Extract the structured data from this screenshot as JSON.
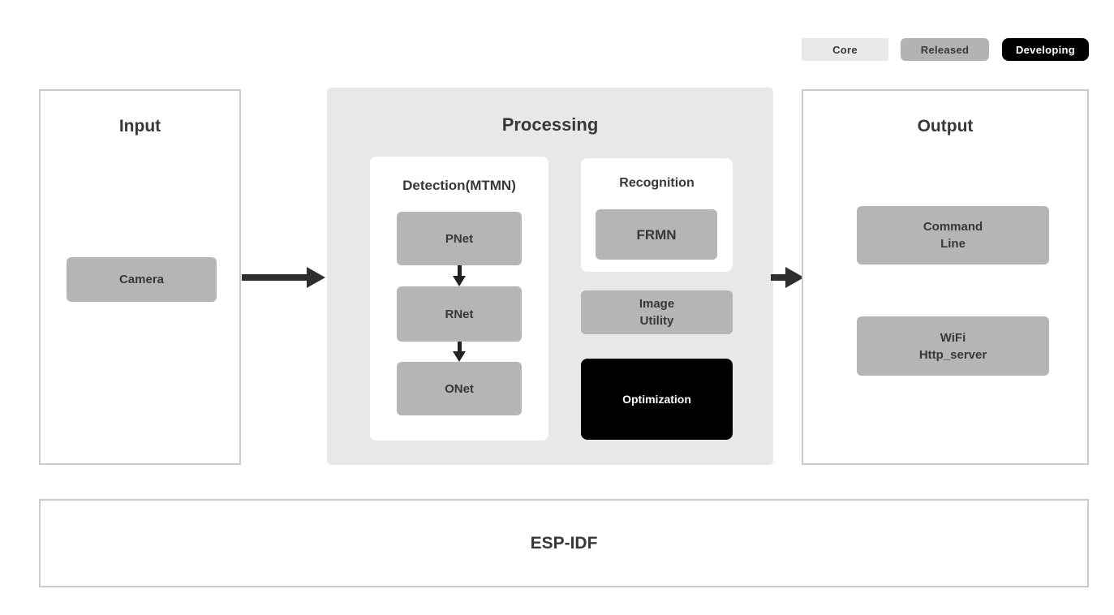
{
  "legend": {
    "items": [
      {
        "label": "Core",
        "bg": "#e8e8e8",
        "fg": "#383838"
      },
      {
        "label": "Released",
        "bg": "#b3b3b3",
        "fg": "#383838"
      },
      {
        "label": "Developing",
        "bg": "#000000",
        "fg": "#ffffff"
      }
    ]
  },
  "input": {
    "title": "Input",
    "nodes": [
      {
        "label": "Camera"
      }
    ]
  },
  "processing": {
    "title": "Processing",
    "detection": {
      "title": "Detection(MTMN)",
      "nodes": [
        "PNet",
        "RNet",
        "ONet"
      ]
    },
    "recognition": {
      "title": "Recognition",
      "nodes": [
        "FRMN"
      ]
    },
    "image_utility": {
      "line1": "Image",
      "line2": "Utility"
    },
    "optimization": {
      "label": "Optimization"
    }
  },
  "output": {
    "title": "Output",
    "nodes": [
      {
        "line1": "Command",
        "line2": "Line"
      },
      {
        "line1": "WiFi",
        "line2": "Http_server"
      }
    ]
  },
  "foundation": {
    "title": "ESP-IDF"
  },
  "colors": {
    "node_gray": "#b5b5b5",
    "panel_gray": "#e8e8e8",
    "legend_core": "#e8e8e8",
    "legend_released": "#b3b3b3",
    "legend_developing": "#000000",
    "panel_border": "#cbcbcb",
    "text": "#383838",
    "arrow": "#2e2e2e",
    "white": "#ffffff",
    "black": "#000000"
  }
}
